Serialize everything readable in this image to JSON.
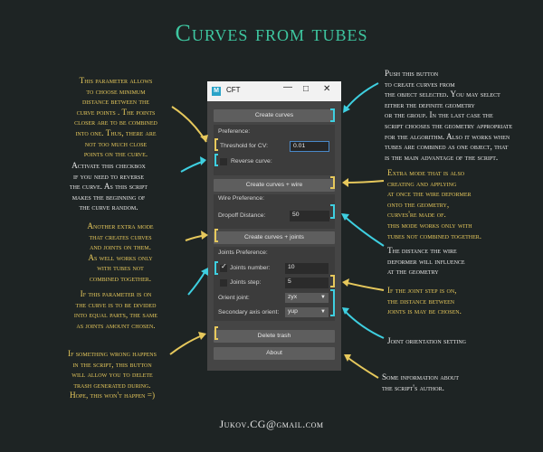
{
  "title": "Curves from tubes",
  "email": "Jukov.CG@gmail.com",
  "window": {
    "title": "CFT",
    "logo": "M",
    "minimize_icon": "minimize-icon",
    "maximize_icon": "maximize-icon",
    "close_icon": "close-icon",
    "create_curves": "Create curves",
    "preference": "Preference:",
    "threshold_label": "Threshold for CV:",
    "threshold_value": "0.01",
    "reverse_label": "Reverse curve:",
    "create_wire": "Create curves + wire",
    "wire_preference": "Wire Preference:",
    "dropoff_label": "Dropoff Distance:",
    "dropoff_value": "50",
    "create_joints": "Create curves + joints",
    "joints_preference": "Joints Preference:",
    "joints_number_label": "Joints number:",
    "joints_number_value": "10",
    "joints_step_label": "Joints step:",
    "joints_step_value": "5",
    "orient_label": "Orient joint:",
    "orient_value": "zyx",
    "secondary_label": "Secondary axis orient:",
    "secondary_value": "yup",
    "delete_trash": "Delete trash",
    "about": "About"
  },
  "notes": {
    "n1": [
      "This parameter allows",
      "to choose minimum",
      "distance between the",
      "curve points . The points",
      "closer are to be combined",
      "into one. Thus, there are",
      "not too much close",
      "points on the curve."
    ],
    "n2": [
      "Activate this checkbox",
      "if you need to reverse",
      "the curve. As this script",
      "makes the beginning of",
      "the curve random."
    ],
    "n3": [
      "Another extra mode",
      "that creates curves",
      "and joints on them.",
      "As well works only",
      "with tubes not",
      "combined together."
    ],
    "n4": [
      "If this parameter is on",
      "the curve is to be divided",
      "into equal parts, the same",
      "as joints amount chosen."
    ],
    "n5": [
      "If something wrong happens",
      "in the script, this button",
      "will allow you to delete",
      "trash generated during.",
      "Hope, this won't happen =)"
    ],
    "n6": [
      "Push this button",
      "to create curves from",
      "the object selected. You may select",
      "either the definite geometry",
      "or the group. In the last case the",
      "script chooses the geometry appropriate",
      "for the algorithm. Also it works when",
      "tubes are combined as one object, that",
      "is the main advantage of the script."
    ],
    "n7": [
      "Extra mode that is also",
      "creating and applying",
      "at once the wire deformer",
      "onto the geometry,",
      "curves're made of.",
      "this mode works only with",
      "tubes not combined together."
    ],
    "n8": [
      "The distance the wire",
      "deformer will influence",
      "at the geometry"
    ],
    "n9": [
      "If the joint step is on,",
      "the distance between",
      "joints is may be chosen."
    ],
    "n10": [
      "Joint orientation setting"
    ],
    "n11": [
      "Some information about",
      "the script's author."
    ]
  },
  "colors": {
    "accent_yellow": "#e6c85c",
    "accent_cyan": "#3ecfe0",
    "title_teal": "#3ec6a0",
    "background": "#1e2424"
  }
}
